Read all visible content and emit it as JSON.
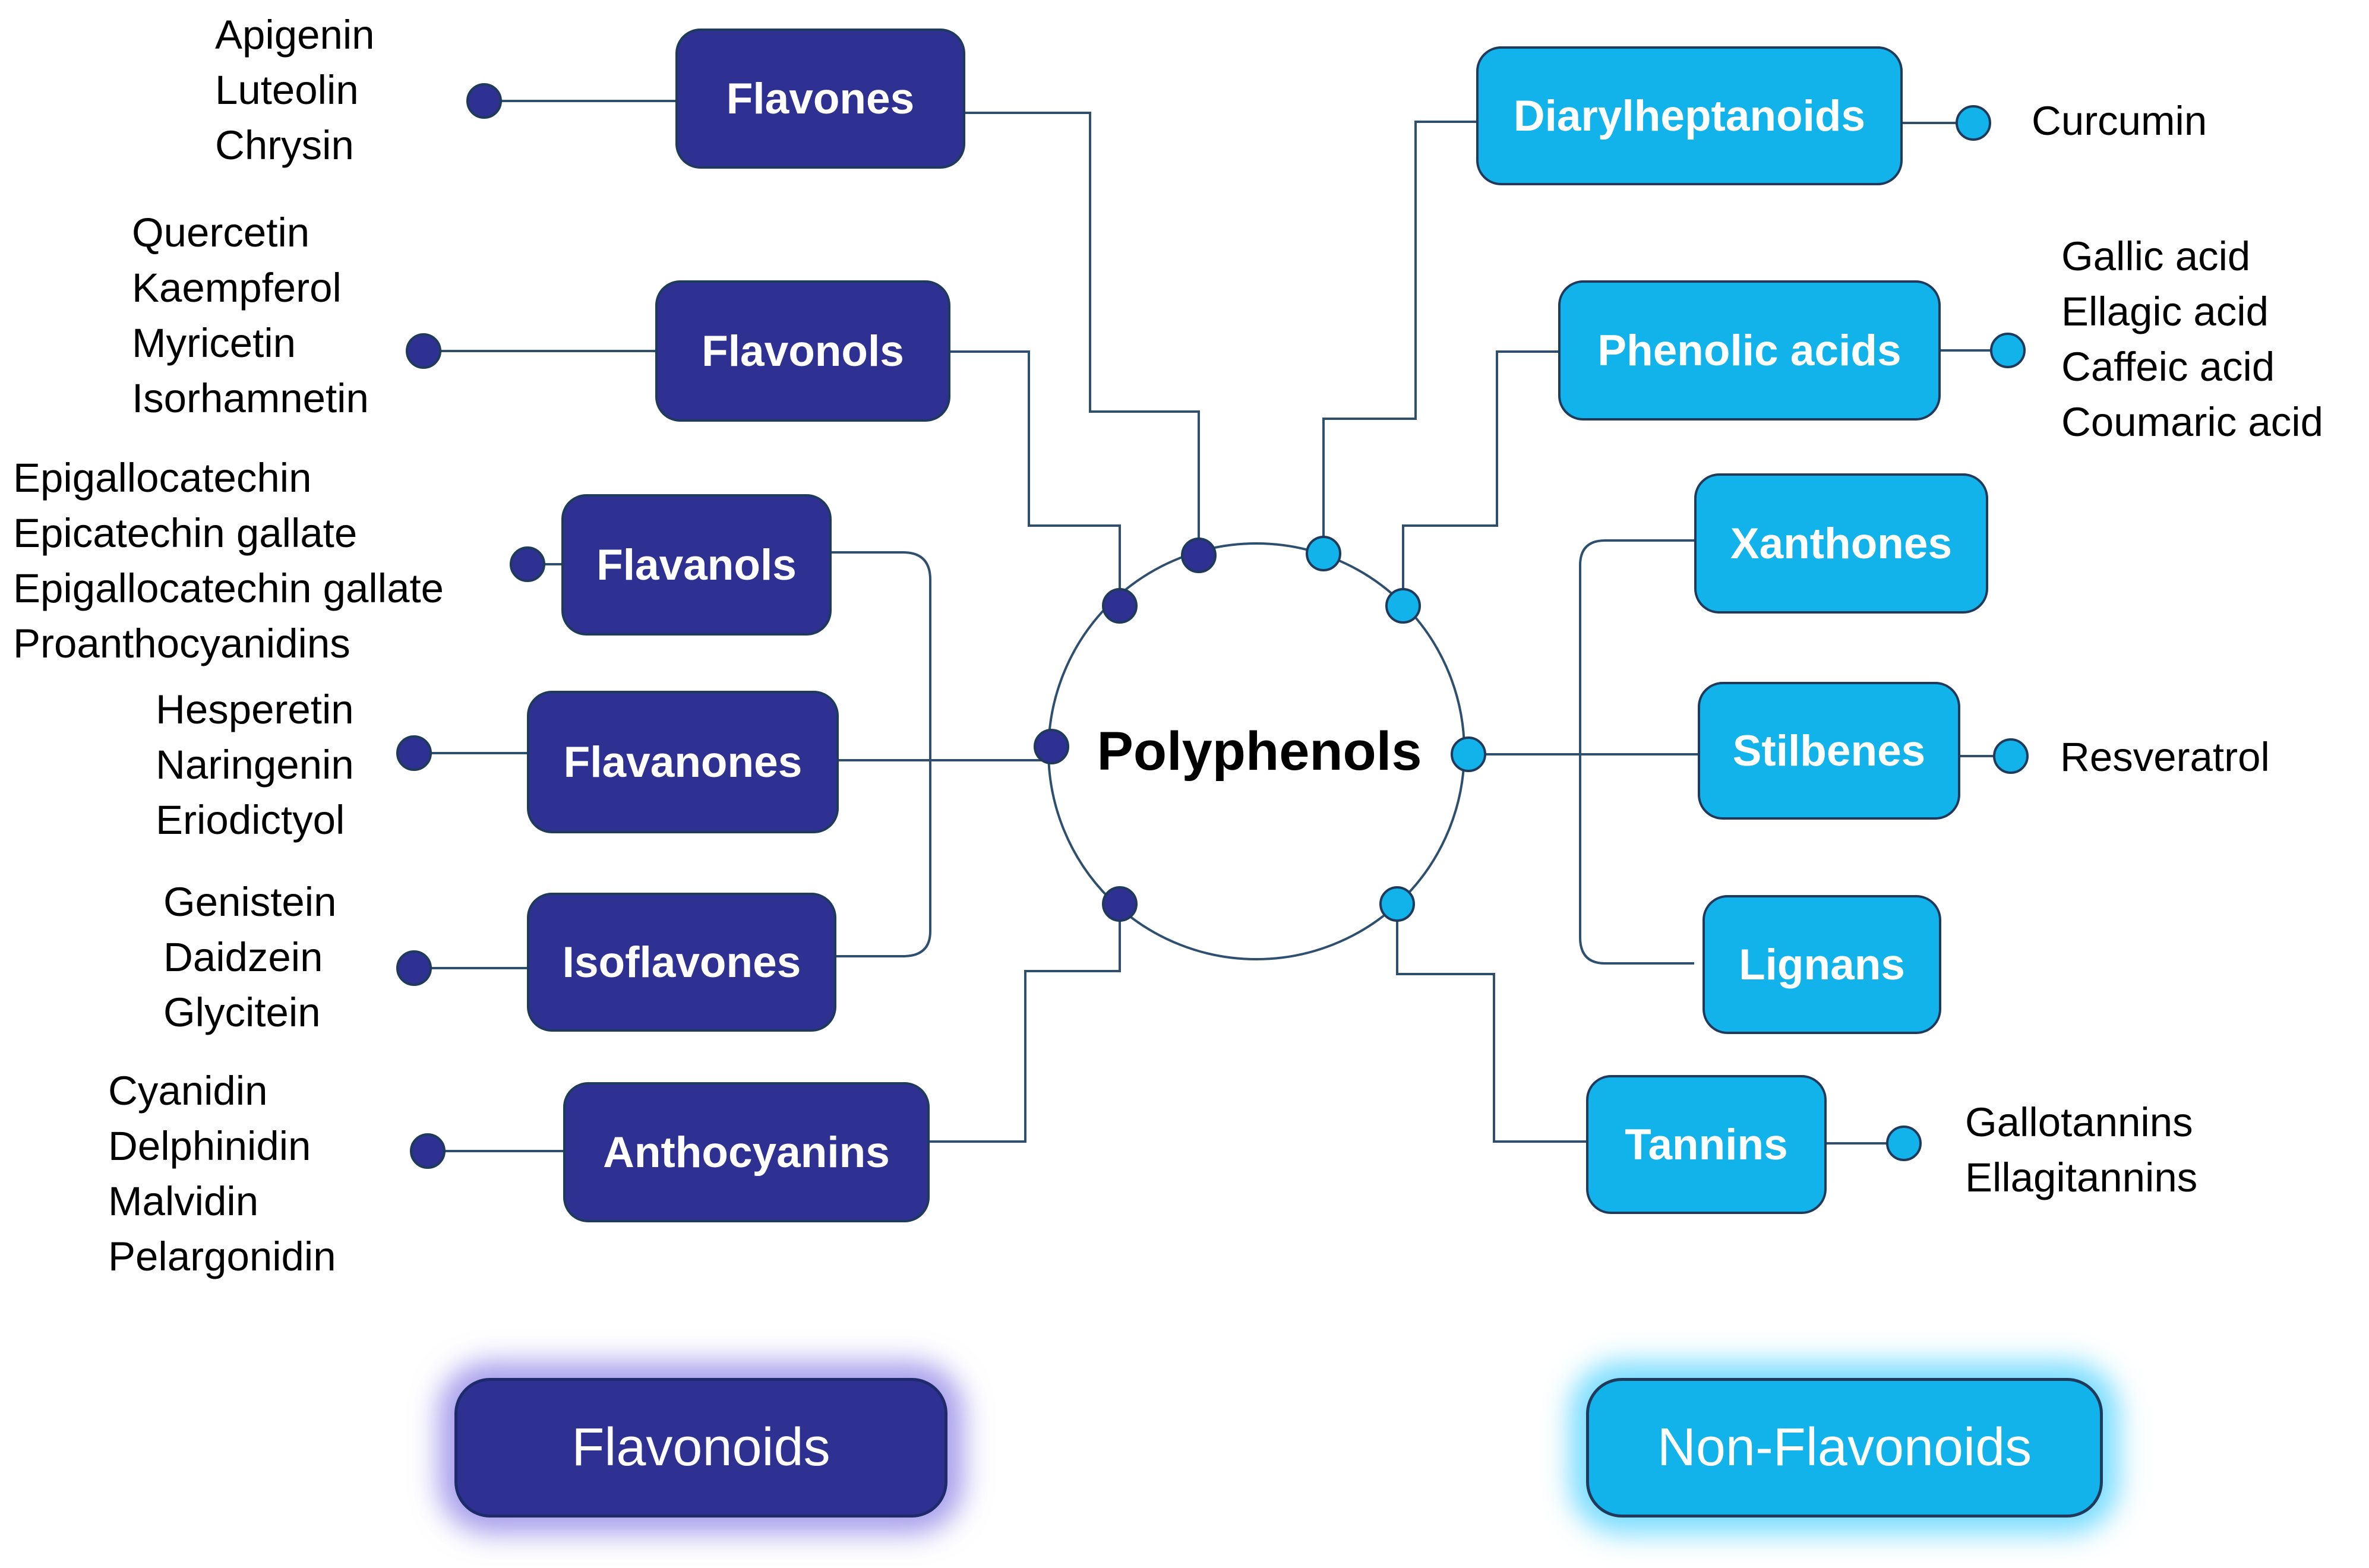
{
  "center": {
    "label": "Polyphenols"
  },
  "colors": {
    "flavonoid": "#2e3192",
    "non_flavonoid": "#12b2ea",
    "line": "#2f4f6f"
  },
  "flavonoids": [
    {
      "label": "Flavones",
      "examples": [
        "Apigenin",
        "Luteolin",
        "Chrysin"
      ]
    },
    {
      "label": "Flavonols",
      "examples": [
        "Quercetin",
        "Kaempferol",
        "Myricetin",
        "Isorhamnetin"
      ]
    },
    {
      "label": "Flavanols",
      "examples": [
        "Epigallocatechin",
        "Epicatechin gallate",
        "Epigallocatechin gallate",
        "Proanthocyanidins"
      ]
    },
    {
      "label": "Flavanones",
      "examples": [
        "Hesperetin",
        "Naringenin",
        "Eriodictyol"
      ]
    },
    {
      "label": "Isoflavones",
      "examples": [
        "Genistein",
        "Daidzein",
        "Glycitein"
      ]
    },
    {
      "label": "Anthocyanins",
      "examples": [
        "Cyanidin",
        "Delphinidin",
        "Malvidin",
        "Pelargonidin"
      ]
    }
  ],
  "non_flavonoids": [
    {
      "label": "Diarylheptanoids",
      "examples": [
        "Curcumin"
      ]
    },
    {
      "label": "Phenolic acids",
      "examples": [
        "Gallic acid",
        "Ellagic acid",
        "Caffeic acid",
        "Coumaric acid"
      ]
    },
    {
      "label": "Xanthones",
      "examples": []
    },
    {
      "label": "Stilbenes",
      "examples": [
        "Resveratrol"
      ]
    },
    {
      "label": "Lignans",
      "examples": []
    },
    {
      "label": "Tannins",
      "examples": [
        "Gallotannins",
        "Ellagitannins"
      ]
    }
  ],
  "legend": {
    "flavonoids": "Flavonoids",
    "non_flavonoids": "Non-Flavonoids"
  }
}
